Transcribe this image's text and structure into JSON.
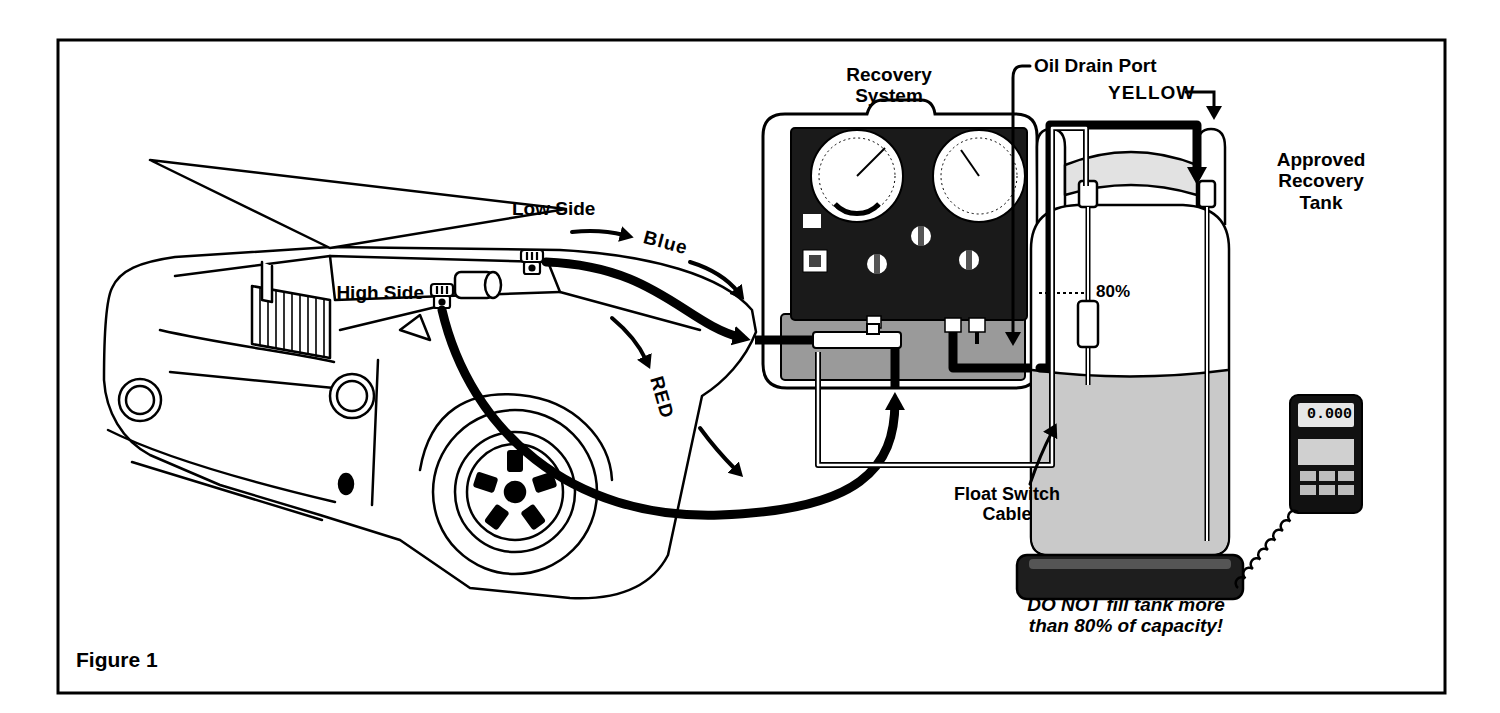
{
  "diagram": {
    "caption": "Figure 1",
    "nodes": [
      {
        "text": [
          "Low Side"
        ]
      },
      {
        "text": [
          "High Side"
        ]
      },
      {
        "text": [
          "Recovery System"
        ]
      },
      {
        "text": [
          "Approved Recovery Tank"
        ]
      },
      {
        "text": [
          "0.000"
        ]
      }
    ],
    "edges": [
      {
        "from": 0,
        "to": 2,
        "arrow": "to",
        "label": "Blue"
      },
      {
        "from": 1,
        "to": 2,
        "arrow": "to",
        "label": "RED"
      },
      {
        "from": 2,
        "to": 3,
        "arrow": "to",
        "label": "YELLOW"
      }
    ],
    "labels": [
      "Oil Drain Port",
      "80%",
      "Float Switch Cable",
      "DO NOT fill tank more than 80% of capacity!"
    ]
  }
}
